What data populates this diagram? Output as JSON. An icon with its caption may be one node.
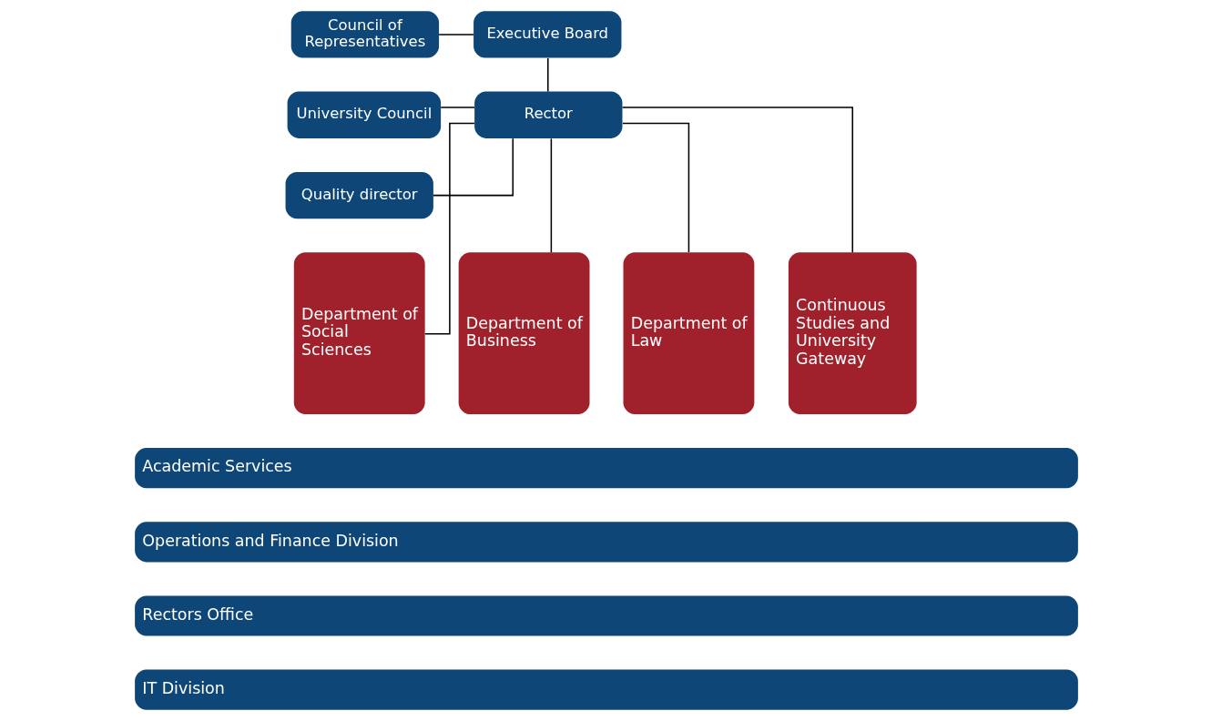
{
  "diagram": {
    "nodes": [
      {
        "text": [
          "Council of Representatives"
        ]
      },
      {
        "text": [
          "Executive Board"
        ]
      },
      {
        "text": [
          "University Council"
        ]
      },
      {
        "text": [
          "Rector"
        ]
      },
      {
        "text": [
          "Quality director"
        ]
      },
      {
        "text": [
          "Department of Social Sciences"
        ]
      },
      {
        "text": [
          "Department of Business"
        ]
      },
      {
        "text": [
          "Department of Law"
        ]
      },
      {
        "text": [
          "Continuous Studies and University Gateway"
        ]
      },
      {
        "text": [
          "Academic Services"
        ]
      },
      {
        "text": [
          "Operations and Finance Division"
        ]
      },
      {
        "text": [
          "Rectors Office"
        ]
      },
      {
        "text": [
          "IT Division"
        ]
      }
    ],
    "edges": [
      {
        "from": 0,
        "to": 1,
        "arrow": "none"
      },
      {
        "from": 1,
        "to": 3,
        "arrow": "none"
      },
      {
        "from": 2,
        "to": 3,
        "arrow": "none"
      },
      {
        "from": 3,
        "to": 4,
        "arrow": "none"
      },
      {
        "from": 3,
        "to": 5,
        "arrow": "none"
      },
      {
        "from": 3,
        "to": 6,
        "arrow": "none"
      },
      {
        "from": 3,
        "to": 7,
        "arrow": "none"
      },
      {
        "from": 3,
        "to": 8,
        "arrow": "none"
      }
    ]
  }
}
